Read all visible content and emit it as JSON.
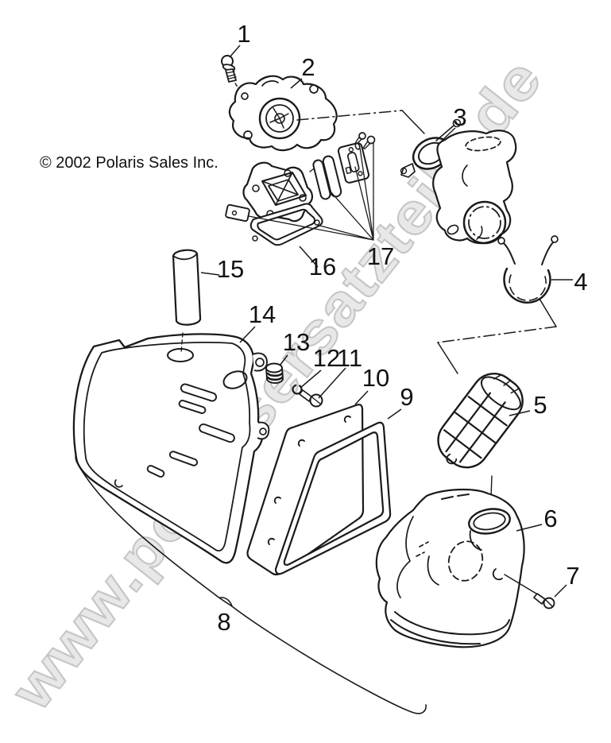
{
  "page": {
    "copyright": "© 2002 Polaris Sales Inc.",
    "watermark": "www.polarisersatzteile.de"
  },
  "colors": {
    "background": "#ffffff",
    "line": "#1a1a1a",
    "watermark_fill": "#e8e8e8",
    "watermark_stroke": "#c6c6c6"
  },
  "diagram": {
    "type": "exploded-parts-diagram",
    "callouts": [
      {
        "num": "1"
      },
      {
        "num": "2"
      },
      {
        "num": "3"
      },
      {
        "num": "4"
      },
      {
        "num": "5"
      },
      {
        "num": "6"
      },
      {
        "num": "7"
      },
      {
        "num": "8"
      },
      {
        "num": "9"
      },
      {
        "num": "10"
      },
      {
        "num": "11"
      },
      {
        "num": "12"
      },
      {
        "num": "13"
      },
      {
        "num": "14"
      },
      {
        "num": "15"
      },
      {
        "num": "16"
      },
      {
        "num": "17"
      }
    ]
  }
}
